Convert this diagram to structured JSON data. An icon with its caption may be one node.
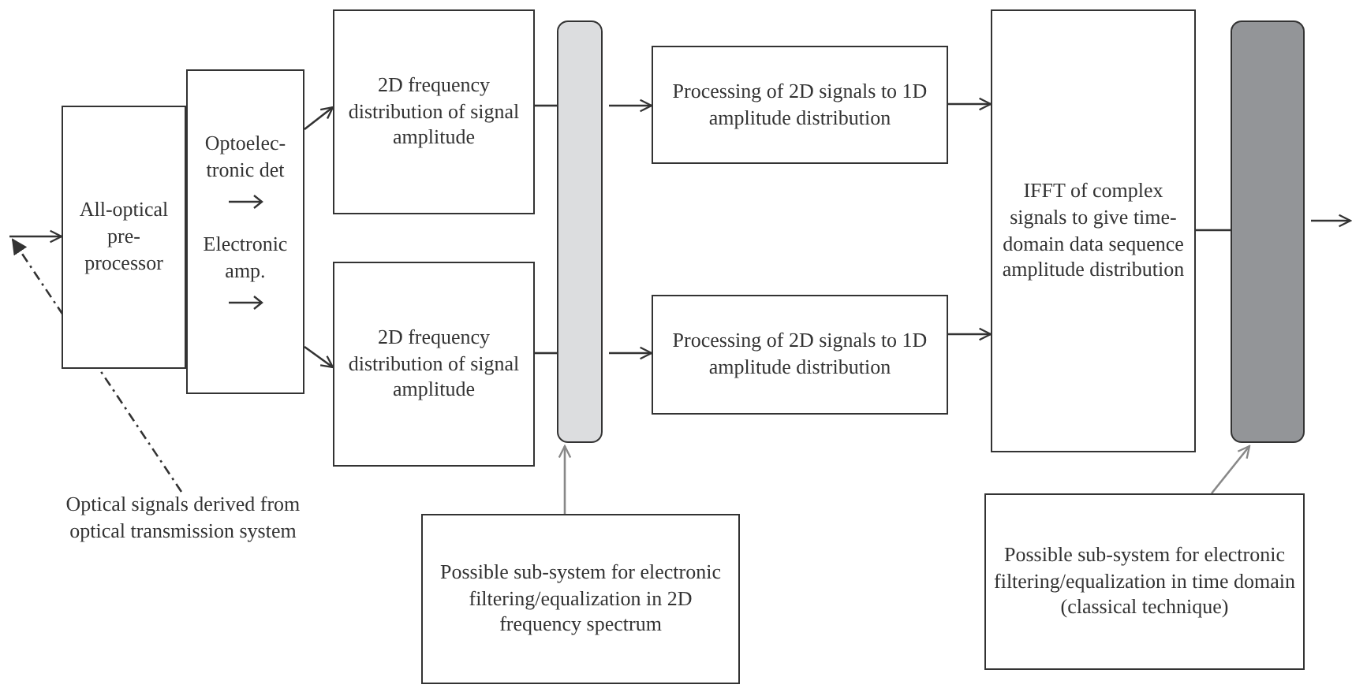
{
  "diagram": {
    "nodes": [
      {
        "text": [
          "All-optical pre-processor"
        ]
      },
      {
        "text": [
          "Optoelec-tronic det",
          "Electronic amp."
        ]
      },
      {
        "text": [
          "2D frequency distribution of signal amplitude"
        ]
      },
      {
        "text": [
          "2D frequency distribution of signal amplitude"
        ]
      },
      {
        "text": [],
        "shape": "bar"
      },
      {
        "text": [
          "Processing of 2D  signals to 1D amplitude distribution"
        ]
      },
      {
        "text": [
          "Processing of 2D  signals to 1D amplitude distribution"
        ]
      },
      {
        "text": [
          "IFFT of complex signals to give time-domain data sequence amplitude distribution"
        ]
      },
      {
        "text": [],
        "shape": "bar"
      },
      {
        "text": [
          "Optical signals derived from optical transmission system"
        ]
      },
      {
        "text": [
          "Possible sub-system for electronic filtering/equalization in 2D frequency spectrum"
        ]
      },
      {
        "text": [
          "Possible sub-system for electronic filtering/equalization in time domain (classical technique)"
        ]
      }
    ],
    "edges": [
      {
        "from": null,
        "to": 0,
        "arrow": "to"
      },
      {
        "from": 9,
        "to": null,
        "arrow": "to",
        "style": "dashed"
      },
      {
        "from": 1,
        "to": 2,
        "arrow": "to"
      },
      {
        "from": 1,
        "to": 3,
        "arrow": "to"
      },
      {
        "from": 2,
        "to": 4,
        "arrow": "none"
      },
      {
        "from": 3,
        "to": 4,
        "arrow": "none"
      },
      {
        "from": 4,
        "to": 5,
        "arrow": "to"
      },
      {
        "from": 4,
        "to": 6,
        "arrow": "to"
      },
      {
        "from": 5,
        "to": 7,
        "arrow": "to"
      },
      {
        "from": 6,
        "to": 7,
        "arrow": "to"
      },
      {
        "from": 7,
        "to": 8,
        "arrow": "none"
      },
      {
        "from": 8,
        "to": null,
        "arrow": "to"
      },
      {
        "from": 10,
        "to": 4,
        "arrow": "to",
        "color": "#888888"
      },
      {
        "from": 11,
        "to": 8,
        "arrow": "to",
        "color": "#888888"
      }
    ]
  }
}
